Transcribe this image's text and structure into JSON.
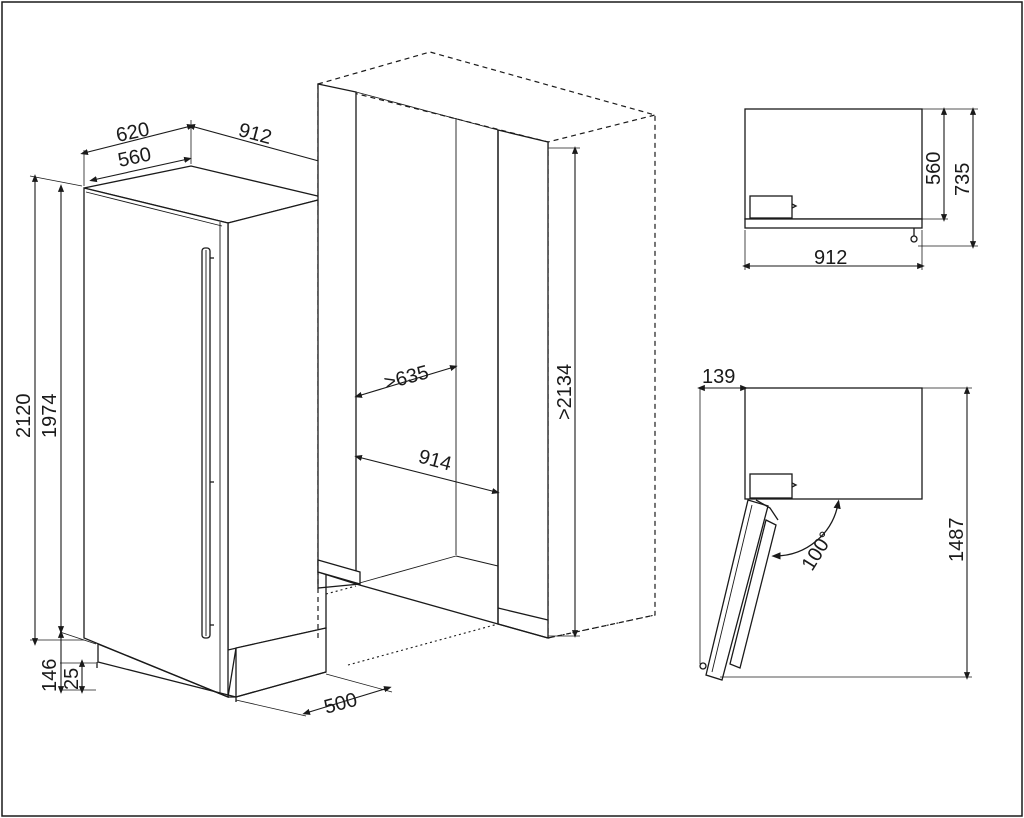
{
  "dimensions": {
    "depth_total": "620",
    "depth_body": "560",
    "width_outer_top": "912",
    "height_total": "2120",
    "height_body": "1974",
    "plinth_height": "146",
    "foot_height": "25",
    "plinth_depth": "500",
    "niche_width_min": ">635",
    "niche_depth": "914",
    "niche_height_min": ">2134",
    "top_view_body_depth": "560",
    "top_view_total_depth": "735",
    "top_view_width": "912",
    "door_offset": "139",
    "door_open_depth": "1487",
    "door_angle": "100°"
  }
}
